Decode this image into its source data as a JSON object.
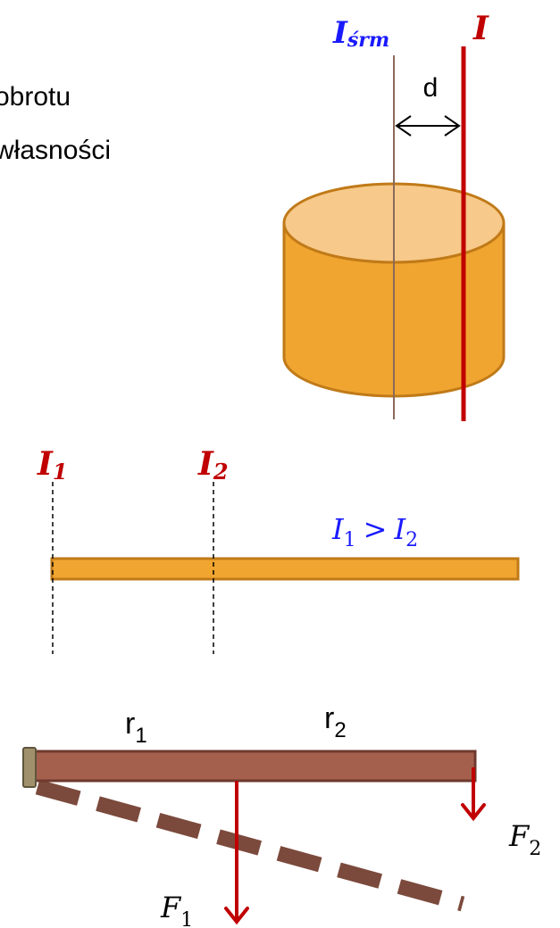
{
  "intro_text": {
    "line1": "obrotu",
    "line2": "własności"
  },
  "steiner": {
    "axis_cm_label": {
      "symbol": "I",
      "subscript": "śrm"
    },
    "axis_label": "I",
    "distance_label": "d"
  },
  "rod": {
    "axis1_label": {
      "symbol": "I",
      "subscript": "1"
    },
    "axis2_label": {
      "symbol": "I",
      "subscript": "2"
    },
    "relation": {
      "left_symbol": "I",
      "left_sub": "1",
      "operator": ">",
      "right_symbol": "I",
      "right_sub": "2"
    }
  },
  "lever": {
    "r1_label": {
      "symbol": "r",
      "subscript": "1"
    },
    "r2_label": {
      "symbol": "r",
      "subscript": "2"
    },
    "f1_label": {
      "symbol": "F",
      "subscript": "1"
    },
    "f2_label": {
      "symbol": "F",
      "subscript": "2"
    }
  },
  "colors": {
    "cylinder_body": "#f0a530",
    "cylinder_top": "#f7c98a",
    "cylinder_outline": "#c07a18",
    "axis_red": "#c00000",
    "label_blue": "#1a1aff",
    "axis_brown": "#8b6a5a",
    "rod_fill": "#f0a530",
    "rod_outline": "#c07a18",
    "lever_fill": "#a5604d",
    "lever_outline": "#6e3a2e",
    "lever_dash": "#7b4a3c",
    "pivot": "#a0916c",
    "text": "#000000"
  }
}
